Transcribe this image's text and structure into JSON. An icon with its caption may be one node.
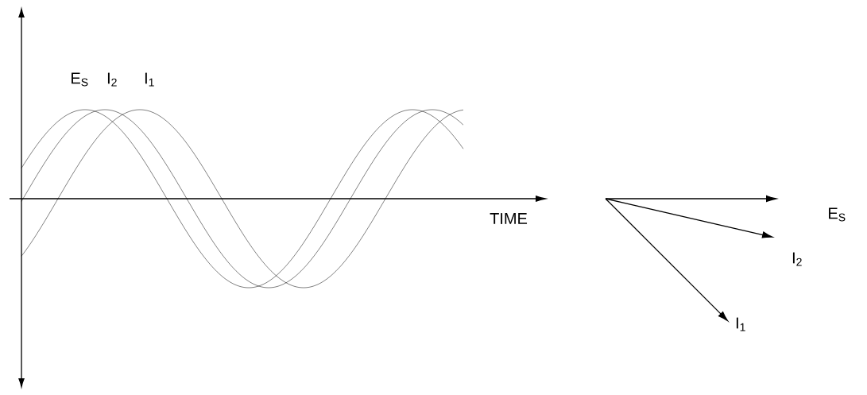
{
  "diagram": {
    "labels": [
      "E$_{S}$",
      "I$_{2}$",
      "I$_{1}$",
      "TIME",
      "E$_{S}$",
      "I$_{2}$",
      "I$_{1}$"
    ]
  }
}
